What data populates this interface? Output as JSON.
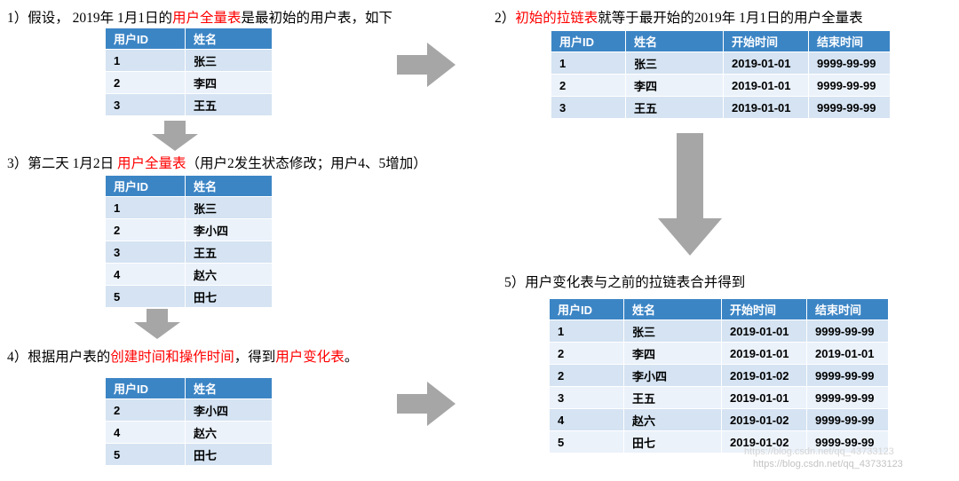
{
  "colors": {
    "header_bg": "#3c85c5",
    "row_odd": "#d5e3f2",
    "row_even": "#ebf2fa",
    "red": "#ff0000",
    "green": "#00a84f",
    "arrow": "#a6a6a6"
  },
  "watermark": {
    "text": "https://blog.csdn.net/qq_43733123"
  },
  "sections": {
    "s1": {
      "title": [
        {
          "t": "1）假设， 2019年 1月1日的"
        },
        {
          "t": "用户全量表",
          "c": "red"
        },
        {
          "t": "是最初始的用户表，如下"
        }
      ],
      "table": {
        "headers": [
          "用户ID",
          "姓名"
        ],
        "rows": [
          [
            {
              "t": "1"
            },
            {
              "t": "张三"
            }
          ],
          [
            {
              "t": "2"
            },
            {
              "t": "李四"
            }
          ],
          [
            {
              "t": "3"
            },
            {
              "t": "王五"
            }
          ]
        ]
      }
    },
    "s2": {
      "title": [
        {
          "t": "2）"
        },
        {
          "t": "初始的拉链表",
          "c": "red"
        },
        {
          "t": "就等于最开始的2019年 1月1日的用户全量表"
        }
      ],
      "table": {
        "headers": [
          "用户ID",
          "姓名",
          "开始时间",
          "结束时间"
        ],
        "rows": [
          [
            {
              "t": "1"
            },
            {
              "t": "张三"
            },
            {
              "t": "2019-01-01",
              "c": "red"
            },
            {
              "t": "9999-99-99",
              "c": "red"
            }
          ],
          [
            {
              "t": "2"
            },
            {
              "t": "李四"
            },
            {
              "t": "2019-01-01",
              "c": "red"
            },
            {
              "t": "9999-99-99",
              "c": "red"
            }
          ],
          [
            {
              "t": "3"
            },
            {
              "t": "王五"
            },
            {
              "t": "2019-01-01",
              "c": "red"
            },
            {
              "t": "9999-99-99",
              "c": "red"
            }
          ]
        ]
      }
    },
    "s3": {
      "title": [
        {
          "t": "3）第二天 1月2日 "
        },
        {
          "t": "用户全量表",
          "c": "red"
        },
        {
          "t": "（用户2发生状态修改；用户4、5增加）"
        }
      ],
      "table": {
        "headers": [
          "用户ID",
          "姓名"
        ],
        "rows": [
          [
            {
              "t": "1"
            },
            {
              "t": "张三"
            }
          ],
          [
            {
              "t": "2",
              "c": "red"
            },
            {
              "t": "李小四",
              "c": "red"
            }
          ],
          [
            {
              "t": "3"
            },
            {
              "t": "王五"
            }
          ],
          [
            {
              "t": "4",
              "c": "green"
            },
            {
              "t": "赵六",
              "c": "green"
            }
          ],
          [
            {
              "t": "5",
              "c": "green"
            },
            {
              "t": "田七",
              "c": "green"
            }
          ]
        ]
      }
    },
    "s4": {
      "title": [
        {
          "t": "4）根据用户表的"
        },
        {
          "t": "创建时间和操作时间",
          "c": "red"
        },
        {
          "t": "，得到"
        },
        {
          "t": "用户变化表",
          "c": "red"
        },
        {
          "t": "。"
        }
      ],
      "table": {
        "headers": [
          "用户ID",
          "姓名"
        ],
        "rows": [
          [
            {
              "t": "2",
              "c": "red"
            },
            {
              "t": "李小四",
              "c": "red"
            }
          ],
          [
            {
              "t": "4",
              "c": "green"
            },
            {
              "t": "赵六",
              "c": "green"
            }
          ],
          [
            {
              "t": "5",
              "c": "green"
            },
            {
              "t": "田七",
              "c": "green"
            }
          ]
        ]
      }
    },
    "s5": {
      "title": [
        {
          "t": "5）用户变化表与之前的拉链表合并得到"
        }
      ],
      "table": {
        "headers": [
          "用户ID",
          "姓名",
          "开始时间",
          "结束时间"
        ],
        "rows": [
          [
            {
              "t": "1"
            },
            {
              "t": "张三"
            },
            {
              "t": "2019-01-01"
            },
            {
              "t": "9999-99-99"
            }
          ],
          [
            {
              "t": "2",
              "c": "red"
            },
            {
              "t": "李四",
              "c": "red"
            },
            {
              "t": "2019-01-01",
              "c": "red"
            },
            {
              "t": "2019-01-01",
              "c": "red"
            }
          ],
          [
            {
              "t": "2",
              "c": "red"
            },
            {
              "t": "李小四",
              "c": "red"
            },
            {
              "t": "2019-01-02",
              "c": "red"
            },
            {
              "t": "9999-99-99",
              "c": "red"
            }
          ],
          [
            {
              "t": "3"
            },
            {
              "t": "王五"
            },
            {
              "t": "2019-01-01"
            },
            {
              "t": "9999-99-99"
            }
          ],
          [
            {
              "t": "4",
              "c": "green"
            },
            {
              "t": "赵六",
              "c": "green"
            },
            {
              "t": "2019-01-02",
              "c": "green"
            },
            {
              "t": "9999-99-99",
              "c": "green"
            }
          ],
          [
            {
              "t": "5",
              "c": "green"
            },
            {
              "t": "田七",
              "c": "green"
            },
            {
              "t": "2019-01-02",
              "c": "green"
            },
            {
              "t": "9999-99-99",
              "c": "green"
            }
          ]
        ]
      }
    }
  }
}
